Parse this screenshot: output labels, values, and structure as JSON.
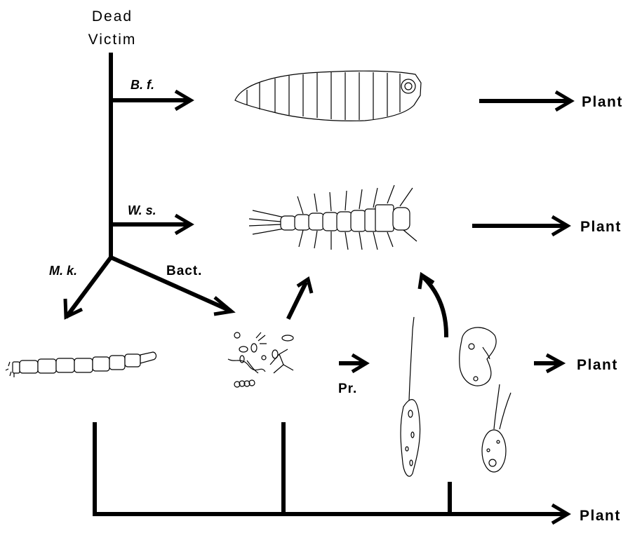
{
  "source": {
    "label_line1": "Dead",
    "label_line2": "Victim"
  },
  "branches": {
    "top": "B. f.",
    "middle": "W. s.",
    "left": "M. k.",
    "right": "Bact."
  },
  "protozoa_label": "Pr.",
  "plant_labels": [
    "Plant",
    "Plant",
    "Plant",
    "Plant"
  ],
  "icons": [
    "blowfly-larva-icon",
    "mosquito-larva-icon",
    "midge-larva-icon",
    "bacteria-cluster-icon",
    "flagellate-protozoan-icon",
    "ciliate-protozoan-icon",
    "small-flagellate-icon"
  ],
  "colors": {
    "ink": "#000000",
    "paper": "#ffffff"
  }
}
